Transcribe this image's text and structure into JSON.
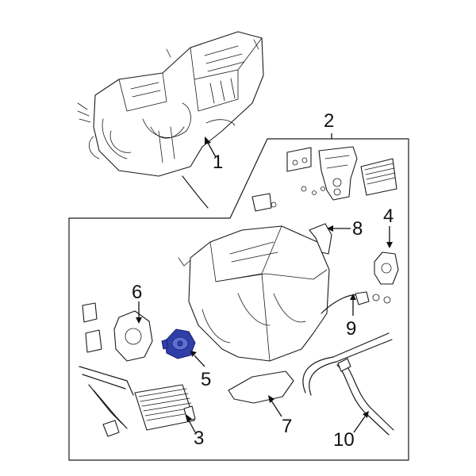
{
  "diagram": {
    "highlight_color": "#2f3fa8",
    "callouts": [
      {
        "id": "1",
        "label": "1"
      },
      {
        "id": "2",
        "label": "2"
      },
      {
        "id": "3",
        "label": "3"
      },
      {
        "id": "4",
        "label": "4"
      },
      {
        "id": "5",
        "label": "5"
      },
      {
        "id": "6",
        "label": "6"
      },
      {
        "id": "7",
        "label": "7"
      },
      {
        "id": "8",
        "label": "8"
      },
      {
        "id": "9",
        "label": "9"
      },
      {
        "id": "10",
        "label": "10"
      }
    ]
  }
}
